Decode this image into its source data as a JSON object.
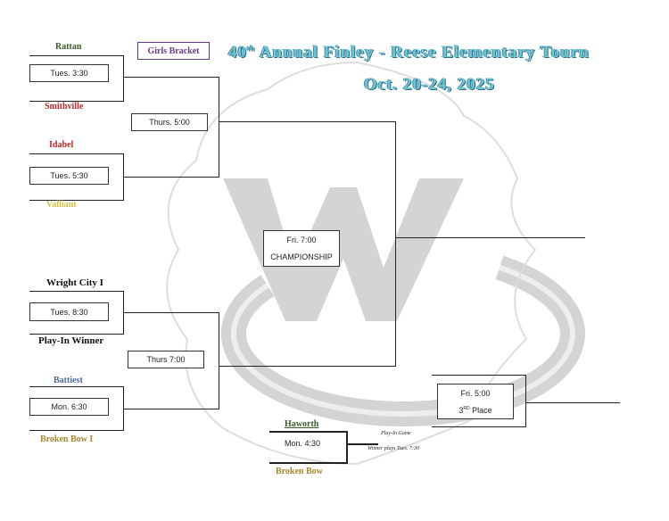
{
  "header": {
    "title": "40th Annual  Finley - Reese Elementary Tourn",
    "title_num": "40",
    "title_sup": "th",
    "title_rest": "Annual  Finley - Reese Elementary Tourn",
    "dates": "Oct. 20-24,  2025",
    "bracket_label": "Girls Bracket"
  },
  "teams": {
    "rattan": "Rattan",
    "smithville": "Smithville",
    "idabel": "Idabel",
    "valliant": "Valliant",
    "wright_city": "Wright City I",
    "play_in_winner": "Play-In Winner",
    "battiest": "Battiest",
    "broken_bow_i": "Broken Bow I",
    "haworth": "Haworth",
    "broken_bow": "Broken Bow"
  },
  "games": {
    "g1": "Tues. 3:30",
    "g2": "Tues. 5:30",
    "g3": "Tues. 8:30",
    "g4": "Mon.  6:30",
    "semi1": "Thurs. 5:00",
    "semi2": "Thurs 7:00",
    "final_time": "Fri. 7:00",
    "final_label": "CHAMPIONSHIP",
    "third_time": "Fri. 5:00",
    "third_num": "3",
    "third_sup": "RD",
    "third_label": "Place",
    "playin": "Mon. 4:30"
  },
  "notes": {
    "playin_game": "Play-In Game",
    "winner_plays": "Winner plays Tues. 7:30"
  },
  "colors": {
    "title": "#6fc3d6",
    "rattan": "#3d5a2a",
    "smithville": "#c0282a",
    "idabel": "#c0282a",
    "valliant": "#d4c040",
    "battiest": "#4a6a9a",
    "broken_bow": "#a8862a",
    "girls": "#6a3a8a"
  }
}
